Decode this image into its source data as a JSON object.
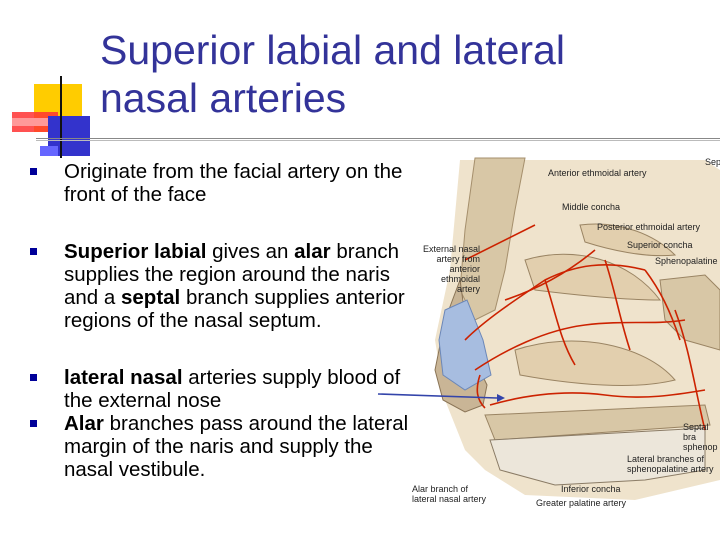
{
  "slide": {
    "title": "Superior labial and lateral\nnasal arteries",
    "bullets": [
      {
        "segments": [
          {
            "text": "Originate from the facial artery on the front of the face",
            "bold": false
          }
        ]
      },
      {
        "segments": [
          {
            "text": "Superior labial",
            "bold": true
          },
          {
            "text": " gives an ",
            "bold": false
          },
          {
            "text": "alar",
            "bold": true
          },
          {
            "text": " branch supplies the region around the naris and a ",
            "bold": false
          },
          {
            "text": "septal",
            "bold": true
          },
          {
            "text": " branch supplies anterior regions of the nasal septum.",
            "bold": false
          }
        ]
      },
      {
        "segments": [
          {
            "text": "lateral nasal",
            "bold": true
          },
          {
            "text": " arteries supply blood of the external nose",
            "bold": false
          }
        ]
      },
      {
        "segments": [
          {
            "text": "Alar",
            "bold": true
          },
          {
            "text": " branches pass around the lateral margin of the naris and supply the nasal vestibule.",
            "bold": false
          }
        ]
      }
    ]
  },
  "figure": {
    "labels": {
      "anterior_ethmoidal": "Anterior ethmoidal artery",
      "middle_concha": "Middle concha",
      "posterior_ethmoidal": "Posterior ethmoidal artery",
      "superior_concha": "Superior concha",
      "sphenopalatine": "Sphenopalatine a",
      "external_nasal": "External nasal\nartery from\nanterior\nethmoidal artery",
      "septal_branch": "Septal bra\nsphenop",
      "lateral_branches": "Lateral branches of\nsphenopalatine artery",
      "alar_branch": "Alar branch of\nlateral nasal artery",
      "inferior_concha": "Inferior concha",
      "greater_palatine": "Greater palatine artery",
      "sept_top": "Sept"
    }
  },
  "colors": {
    "title": "#333399",
    "bullet": "#000099",
    "artery": "#cc2200",
    "bone": "#d8c7a6"
  }
}
